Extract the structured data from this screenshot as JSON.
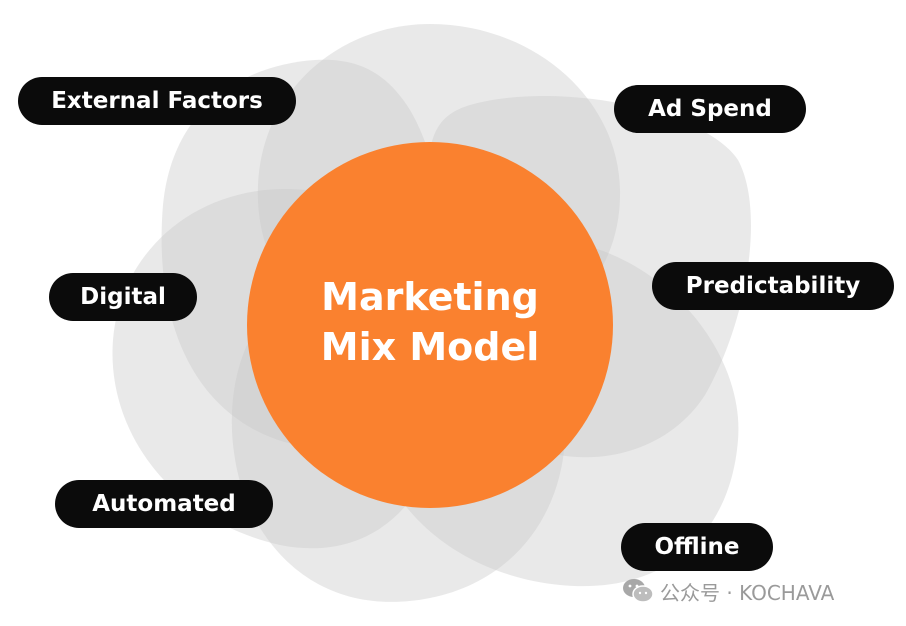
{
  "diagram": {
    "center": {
      "line1": "Marketing",
      "line2": "Mix Model",
      "color": "#fa812f"
    },
    "labels": {
      "external_factors": "External Factors",
      "ad_spend": "Ad Spend",
      "digital": "Digital",
      "predictability": "Predictability",
      "automated": "Automated",
      "offline": "Offline"
    },
    "pill_color": "#0b0b0b",
    "petal_color": "#d0d0d0"
  },
  "watermark": {
    "icon": "wechat-icon",
    "text": "公众号 · KOCHAVA"
  }
}
